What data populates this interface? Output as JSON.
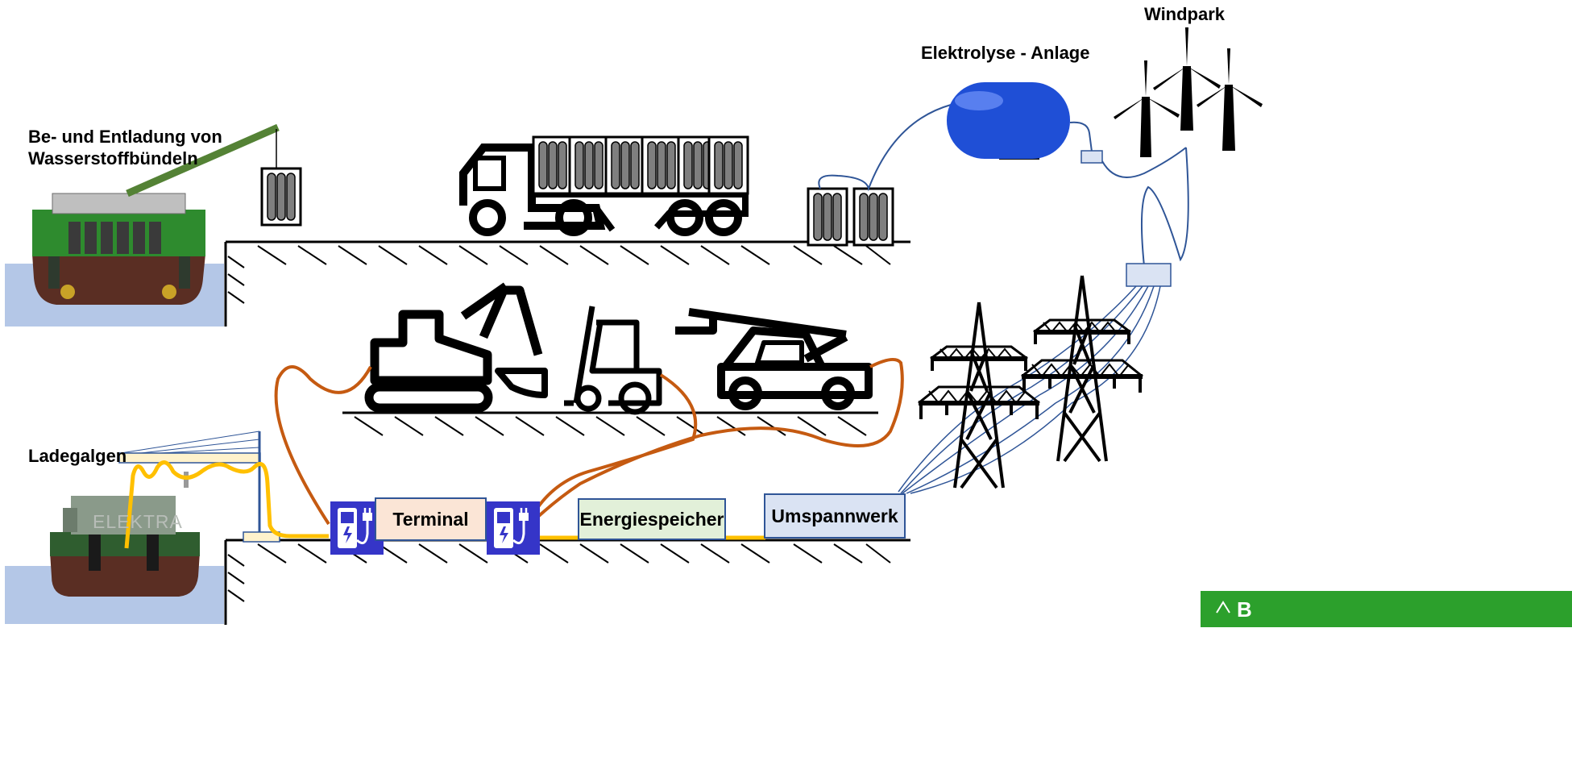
{
  "labels": {
    "windpark": "Windpark",
    "electrolysis": "Elektrolyse - Anlage",
    "loading_title": "Be- und Entladung von",
    "loading_title_2": "Wasserstoffbündeln",
    "charging_gantry": "Ladegalgen",
    "terminal": "Terminal",
    "energy_storage": "Energiespeicher",
    "substation": "Umspannwerk",
    "ship_name": "ELEKTRA",
    "logo_text": "B"
  },
  "colors": {
    "water": "#b4c7e7",
    "ship_green": "#2e8b2e",
    "ship_hull": "#5a2e23",
    "crane_green": "#548235",
    "tank_blue": "#1f4fd6",
    "grid_line": "#2f5597",
    "charge_cable": "#c55a11",
    "ship_cable": "#ffc000",
    "charger_blue": "#3535c8",
    "terminal_fill": "#fbe5d6",
    "storage_fill": "#e2f0d9",
    "substation_fill": "#dae3f3",
    "bundle_fill": "#7f7f7f",
    "logo_green": "#2ca02c"
  },
  "icons": [
    "wind-turbine-icon",
    "hydrogen-tank-icon",
    "truck-icon",
    "excavator-icon",
    "forklift-icon",
    "reach-stacker-icon",
    "power-pylon-icon",
    "charging-station-icon",
    "hydrogen-bundle-icon",
    "ship-icon",
    "crane-icon"
  ]
}
